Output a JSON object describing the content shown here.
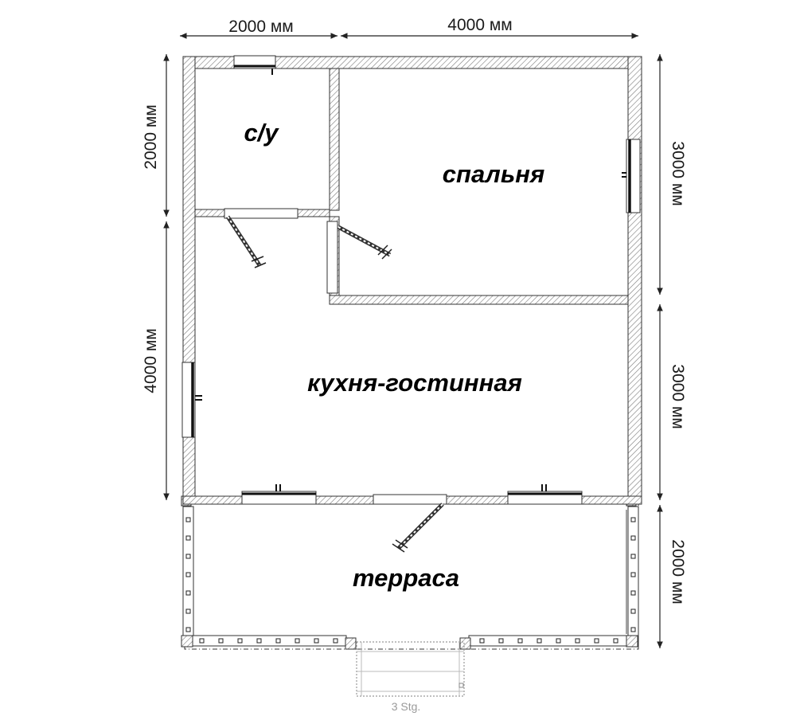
{
  "dimensions": {
    "top_left": "2000 мм",
    "top_right": "4000 мм",
    "left_upper": "2000 мм",
    "left_lower": "4000 мм",
    "right_upper": "3000 мм",
    "right_middle": "3000 мм",
    "right_lower": "2000 мм"
  },
  "rooms": {
    "bathroom": "с/у",
    "bedroom": "спальня",
    "kitchen_living": "кухня-гостинная",
    "terrace": "терраса"
  },
  "stairs": {
    "label": "3 Stg."
  }
}
